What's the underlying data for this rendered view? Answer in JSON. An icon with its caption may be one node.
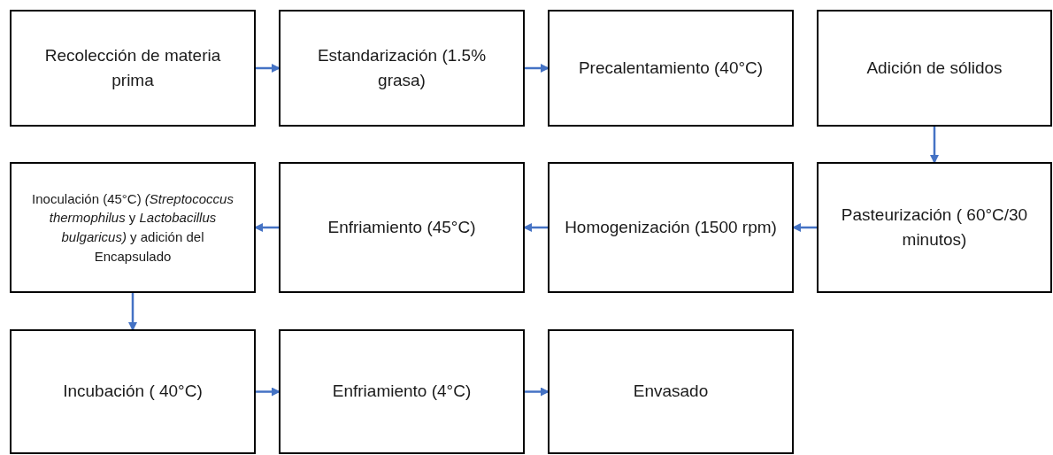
{
  "diagram": {
    "nodes": [
      {
        "text": [
          "Recolección de materia prima"
        ]
      },
      {
        "text": [
          "Estandarización (1.5% grasa)"
        ]
      },
      {
        "text": [
          "Precalentamiento (40°C)"
        ]
      },
      {
        "text": [
          "Adición de sólidos"
        ]
      },
      {
        "text": [
          "Inoculación (45°C) *(Streptococcus thermophilus* y *Lactobacillus bulgaricus)* y adición del Encapsulado"
        ]
      },
      {
        "text": [
          "Enfriamiento (45°C)"
        ]
      },
      {
        "text": [
          "Homogenización (1500 rpm)"
        ]
      },
      {
        "text": [
          "Pasteurización ( 60°C/30 minutos)"
        ]
      },
      {
        "text": [
          "Incubación ( 40°C)"
        ]
      },
      {
        "text": [
          "Enfriamiento (4°C)"
        ]
      },
      {
        "text": [
          "Envasado"
        ]
      }
    ],
    "edges": [
      {
        "from": 0,
        "to": 1,
        "arrow": "to"
      },
      {
        "from": 1,
        "to": 2,
        "arrow": "to"
      },
      {
        "from": 3,
        "to": 7,
        "arrow": "to"
      },
      {
        "from": 7,
        "to": 6,
        "arrow": "to"
      },
      {
        "from": 6,
        "to": 5,
        "arrow": "to"
      },
      {
        "from": 5,
        "to": 4,
        "arrow": "to"
      },
      {
        "from": 4,
        "to": 8,
        "arrow": "to"
      },
      {
        "from": 8,
        "to": 9,
        "arrow": "to"
      },
      {
        "from": 9,
        "to": 10,
        "arrow": "to"
      }
    ]
  }
}
